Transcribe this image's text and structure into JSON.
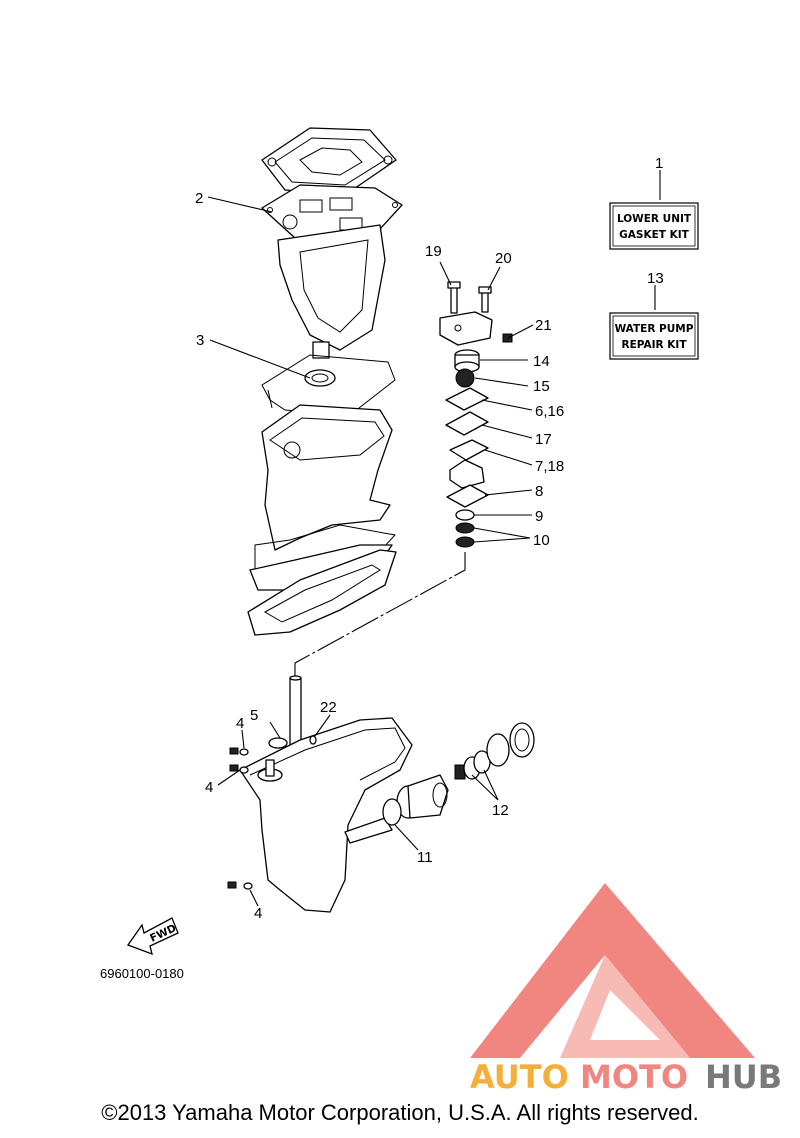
{
  "callouts": {
    "c1": "1",
    "c2": "2",
    "c3": "3",
    "c4a": "4",
    "c4b": "4",
    "c4c": "4",
    "c5": "5",
    "c6_16": "6,16",
    "c7_18": "7,18",
    "c8": "8",
    "c9": "9",
    "c10": "10",
    "c11": "11",
    "c12": "12",
    "c13": "13",
    "c14": "14",
    "c15": "15",
    "c17": "17",
    "c19": "19",
    "c20": "20",
    "c21": "21",
    "c22": "22"
  },
  "kits": {
    "lower_unit_line1": "LOWER UNIT",
    "lower_unit_line2": "GASKET KIT",
    "water_pump_line1": "WATER PUMP",
    "water_pump_line2": "REPAIR KIT"
  },
  "fwd_label": "FWD",
  "diagram_code": "6960100-0180",
  "watermark": {
    "auto": "AUTO",
    "moto": "MOTO",
    "hub": "HUB"
  },
  "colors": {
    "watermark_red": "#f07a73",
    "watermark_orange": "#f5a623",
    "watermark_gray": "#6b6b6b"
  },
  "copyright": "©2013 Yamaha Motor Corporation, U.S.A. All rights reserved."
}
